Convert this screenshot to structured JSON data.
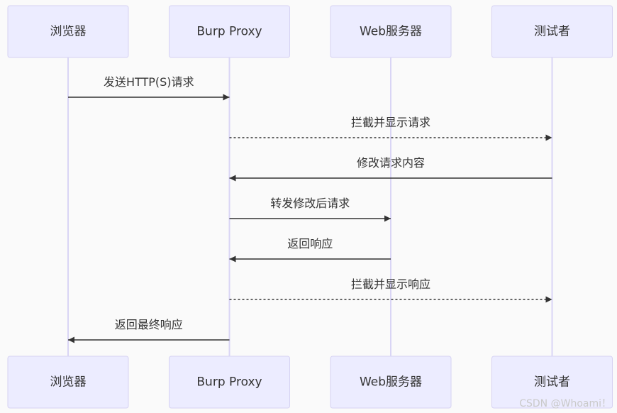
{
  "participants": [
    {
      "id": "browser",
      "label": "浏览器"
    },
    {
      "id": "burp",
      "label": "Burp Proxy"
    },
    {
      "id": "server",
      "label": "Web服务器"
    },
    {
      "id": "tester",
      "label": "测试者"
    }
  ],
  "messages": [
    {
      "from": "browser",
      "to": "burp",
      "label": "发送HTTP(S)请求",
      "style": "solid"
    },
    {
      "from": "burp",
      "to": "tester",
      "label": "拦截并显示请求",
      "style": "dashed"
    },
    {
      "from": "tester",
      "to": "burp",
      "label": "修改请求内容",
      "style": "solid"
    },
    {
      "from": "burp",
      "to": "server",
      "label": "转发修改后请求",
      "style": "solid"
    },
    {
      "from": "server",
      "to": "burp",
      "label": "返回响应",
      "style": "solid"
    },
    {
      "from": "burp",
      "to": "tester",
      "label": "拦截并显示响应",
      "style": "dashed"
    },
    {
      "from": "burp",
      "to": "browser",
      "label": "返回最终响应",
      "style": "solid"
    }
  ],
  "watermark": "CSDN @Whoami！",
  "colors": {
    "actor_fill": "#ececff",
    "actor_stroke": "#d6d2f2",
    "lifeline": "#d9d5f5",
    "line": "#333333",
    "background": "#fafafa"
  }
}
